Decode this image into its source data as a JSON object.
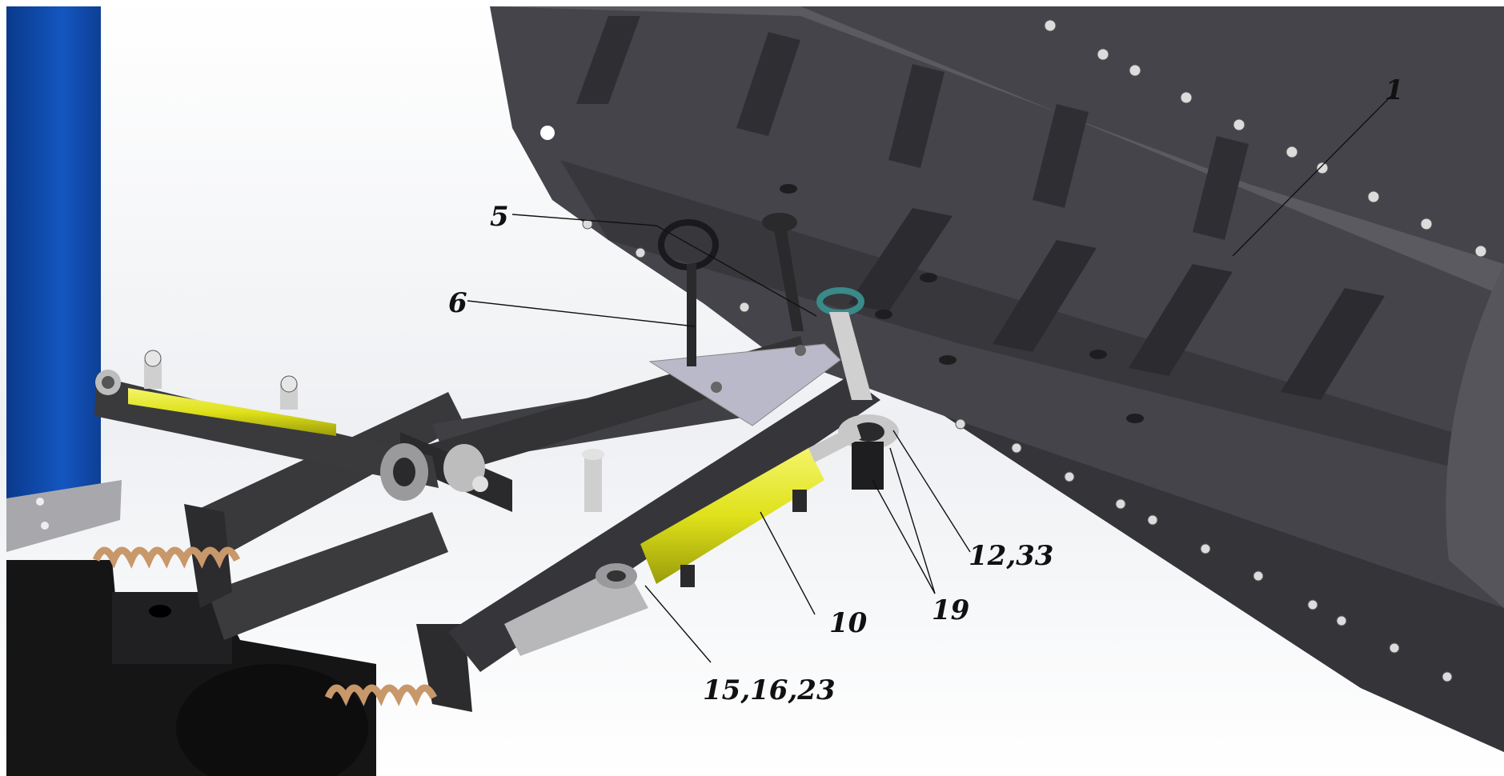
{
  "diagram": {
    "callouts": [
      {
        "id": "c1",
        "label": "1"
      },
      {
        "id": "c5",
        "label": "5"
      },
      {
        "id": "c6",
        "label": "6"
      },
      {
        "id": "c10",
        "label": "10"
      },
      {
        "id": "c12",
        "label": "12,33"
      },
      {
        "id": "c15",
        "label": "15,16,23"
      },
      {
        "id": "c19",
        "label": "19"
      }
    ]
  },
  "colors": {
    "background": "#ffffff",
    "blade": "#4a4a4e",
    "blade_dark": "#2e2e31",
    "frame": "#3a3a3d",
    "cylinder": "#e6e81c",
    "vehicle_body": "#1048a8",
    "spring": "#c89a6a",
    "plate": "#b8b8c8",
    "steel": "#c9c9c9"
  }
}
